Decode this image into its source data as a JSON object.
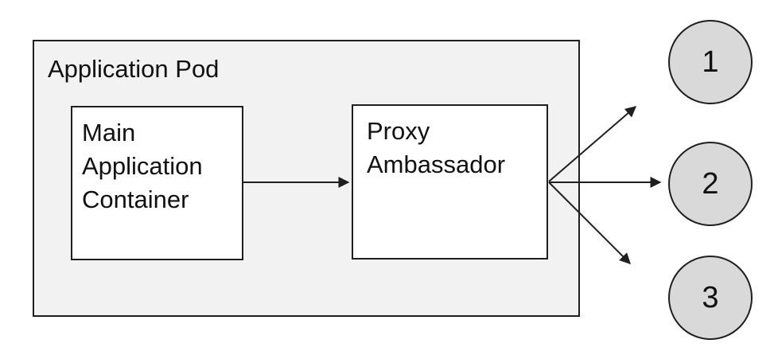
{
  "diagram": {
    "pod": {
      "label": "Application Pod"
    },
    "nodes": {
      "main": {
        "label": "Main Application Container"
      },
      "proxy": {
        "label": "Proxy Ambassador"
      }
    },
    "endpoints": [
      {
        "label": "1"
      },
      {
        "label": "2"
      },
      {
        "label": "3"
      }
    ],
    "connections": [
      {
        "from": "Main Application Container",
        "to": "Proxy Ambassador"
      },
      {
        "from": "Proxy Ambassador",
        "to": "1"
      },
      {
        "from": "Proxy Ambassador",
        "to": "2"
      },
      {
        "from": "Proxy Ambassador",
        "to": "3"
      }
    ],
    "colors": {
      "pod_fill": "#f2f2f2",
      "node_fill": "#ffffff",
      "endpoint_fill": "#d9d9d9",
      "stroke": "#1f1f1f",
      "text": "#111111"
    }
  }
}
